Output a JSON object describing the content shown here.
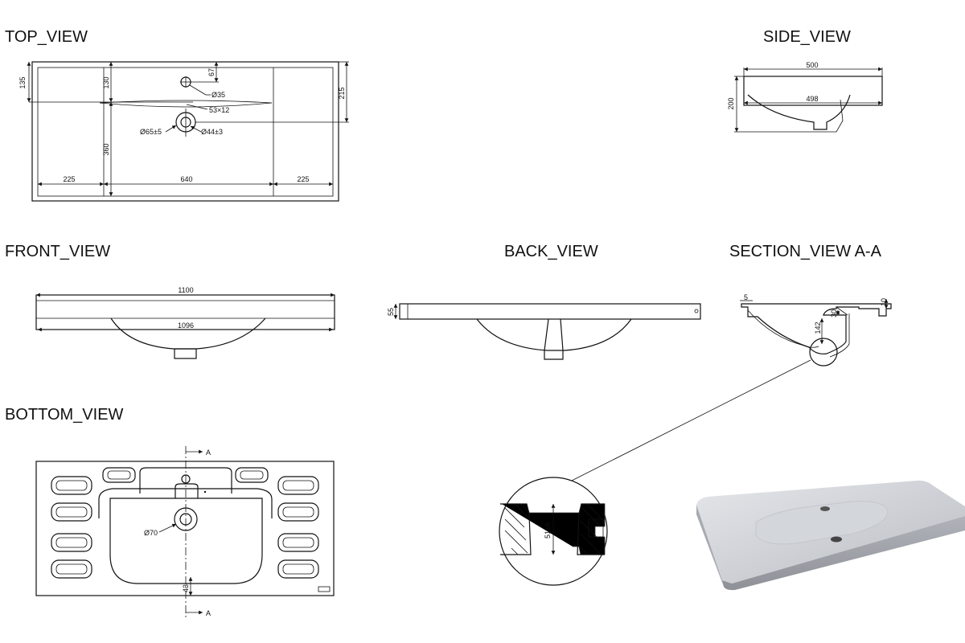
{
  "views": {
    "top": "TOP_VIEW",
    "side": "SIDE_VIEW",
    "front": "FRONT_VIEW",
    "back": "BACK_VIEW",
    "section": "SECTION_VIEW A-A",
    "bottom": "BOTTOM_VIEW"
  },
  "top_dims": {
    "d135": "135",
    "d130": "130",
    "d67": "67",
    "d215": "215",
    "d360": "360",
    "d225a": "225",
    "d640": "640",
    "d225b": "225",
    "dia35": "Ø35",
    "slot": "53×12",
    "dia65": "Ø65±5",
    "dia44": "Ø44±3"
  },
  "side_dims": {
    "d500": "500",
    "d498": "498",
    "d200": "200"
  },
  "front_dims": {
    "d1100": "1100",
    "d1096": "1096"
  },
  "back_dims": {
    "d55": "55"
  },
  "section_dims": {
    "d5": "5",
    "d10": "10",
    "d30": "30",
    "d142": "142"
  },
  "bottom_dims": {
    "cutA_top": "A",
    "cutA_bottom": "A",
    "dia70": "Ø70",
    "d43": "43"
  },
  "detail_dims": {
    "d51": "51±6"
  }
}
